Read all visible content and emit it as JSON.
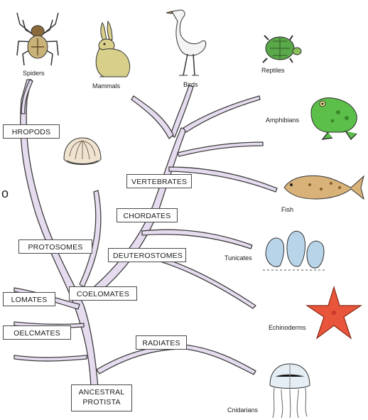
{
  "groups": {
    "arthropods": "HROPODS",
    "vertebrates": "VERTEBRATES",
    "chordates": "CHORDATES",
    "protosomes": "PROTOSOMES",
    "deuterostomes": "DEUTEROSTOMES",
    "coelomates": "COELOMATES",
    "acoelomates": "LOMATES",
    "pseudocoelomates": "OELCMATES",
    "radiates": "RADIATES",
    "root_line1": "ANCESTRAL",
    "root_line2": "PROTISTA"
  },
  "animals": {
    "spiders": "Spiders",
    "mammals": "Mammals",
    "birds": "Birds",
    "reptiles": "Reptiles",
    "amphibians": "Amphibians",
    "fish": "Fish",
    "tunicates": "Tunicates",
    "echinoderms": "Echinoderms",
    "cnidarians": "Cnidarians"
  },
  "edge_fragment": "o",
  "colors": {
    "branch_fill": "#e6dcef",
    "branch_stroke": "#3d3d3d",
    "box_border": "#4a4a4a"
  }
}
